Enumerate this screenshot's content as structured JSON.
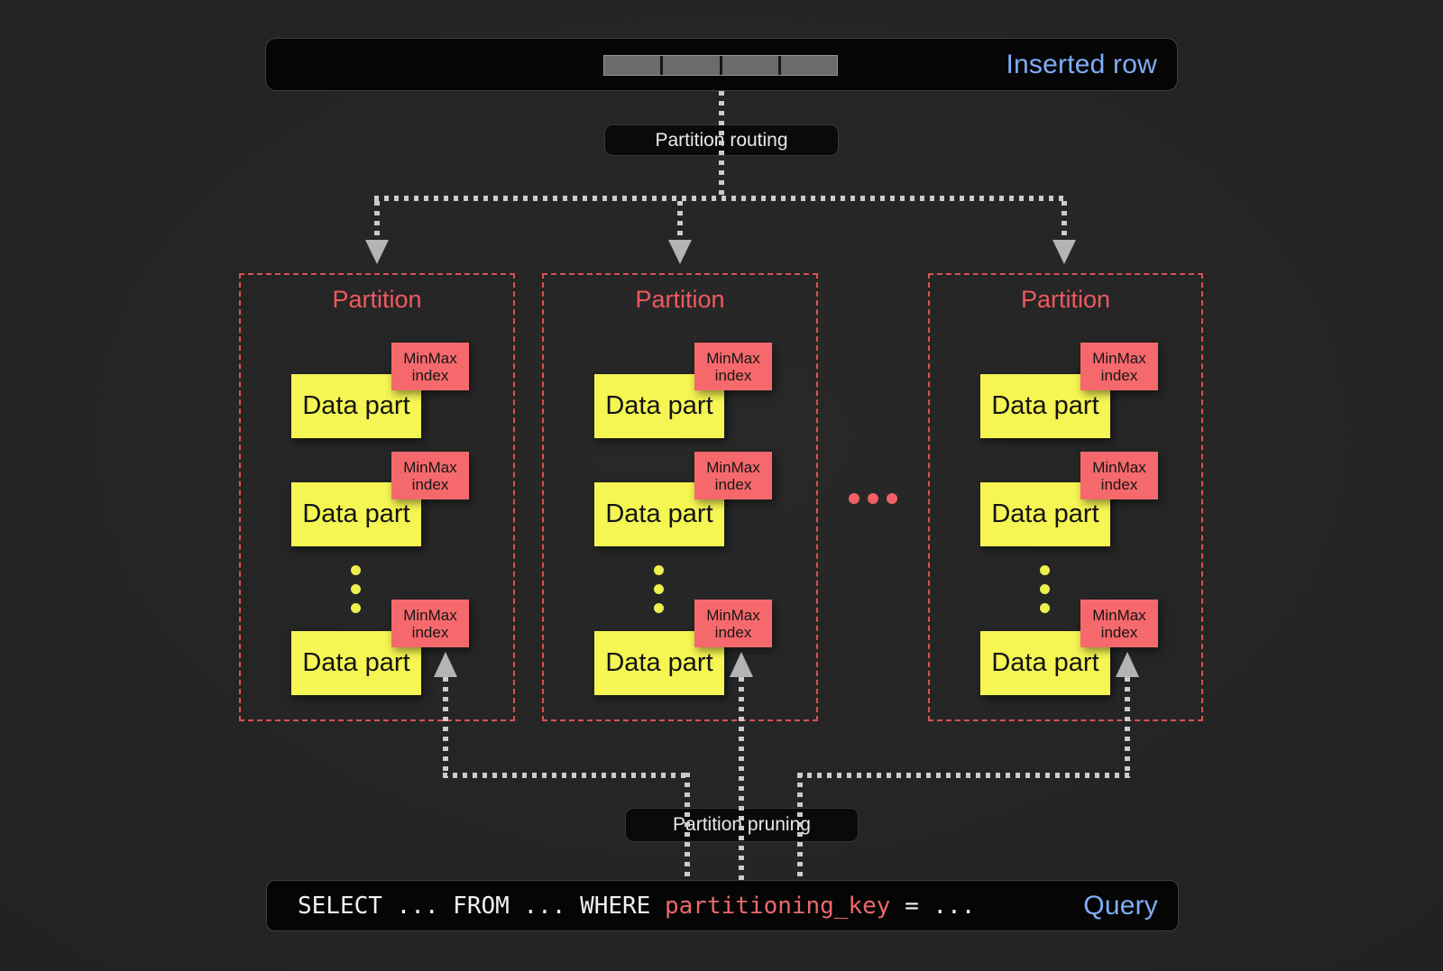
{
  "diagram": {
    "inserted_row_bar": {
      "label": "Inserted row",
      "segment_count": 4
    },
    "routing": {
      "label": "Partition routing"
    },
    "partitions": [
      {
        "title": "Partition",
        "parts": [
          {
            "label": "Data part",
            "tag_line1": "MinMax",
            "tag_line2": "index"
          },
          {
            "label": "Data part",
            "tag_line1": "MinMax",
            "tag_line2": "index"
          },
          {
            "label": "Data part",
            "tag_line1": "MinMax",
            "tag_line2": "index"
          }
        ]
      },
      {
        "title": "Partition",
        "parts": [
          {
            "label": "Data part",
            "tag_line1": "MinMax",
            "tag_line2": "index"
          },
          {
            "label": "Data part",
            "tag_line1": "MinMax",
            "tag_line2": "index"
          },
          {
            "label": "Data part",
            "tag_line1": "MinMax",
            "tag_line2": "index"
          }
        ]
      },
      {
        "title": "Partition",
        "parts": [
          {
            "label": "Data part",
            "tag_line1": "MinMax",
            "tag_line2": "index"
          },
          {
            "label": "Data part",
            "tag_line1": "MinMax",
            "tag_line2": "index"
          },
          {
            "label": "Data part",
            "tag_line1": "MinMax",
            "tag_line2": "index"
          }
        ]
      }
    ],
    "ellipsis": "...",
    "pruning": {
      "label": "Partition pruning"
    },
    "query_bar": {
      "code_before": "SELECT ... FROM ... WHERE ",
      "code_key": "partitioning_key",
      "code_after": " = ...",
      "label": "Query"
    },
    "colors": {
      "accent_blue": "#7fadf8",
      "partition_red": "#f0595f",
      "data_yellow": "#f5f553",
      "minmax_red": "#f5696c",
      "code_key_red": "#ed686b"
    }
  }
}
